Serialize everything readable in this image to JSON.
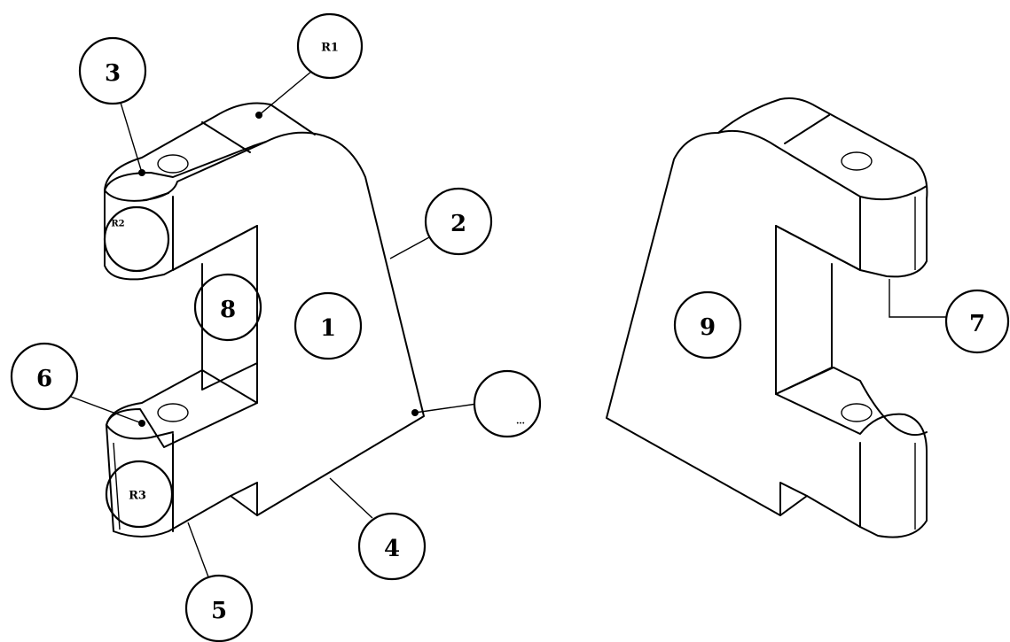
{
  "drawing": {
    "callouts": {
      "c1": "1",
      "c2": "2",
      "c3": "3",
      "c4": "4",
      "c5": "5",
      "c6": "6",
      "c7": "7",
      "c8": "8",
      "c9": "9",
      "r1": "R1",
      "r2": "R2",
      "r3": "R3",
      "partial": "…"
    }
  }
}
